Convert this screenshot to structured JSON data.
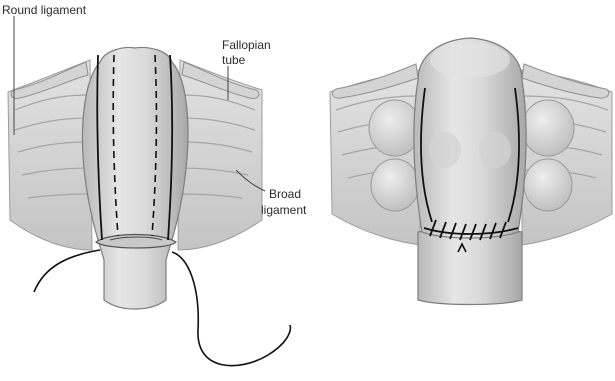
{
  "labels": {
    "round_ligament": "Round ligament",
    "fallopian_tube_line1": "Fallopian",
    "fallopian_tube_line2": "tube",
    "broad_ligament_line1": "Broad",
    "broad_ligament_line2": "ligament"
  },
  "colors": {
    "background": "#ffffff",
    "tissue_light": "#eaeaea",
    "tissue_mid": "#cfcfcf",
    "tissue_dark": "#a9a9a9",
    "ink": "#111111"
  }
}
